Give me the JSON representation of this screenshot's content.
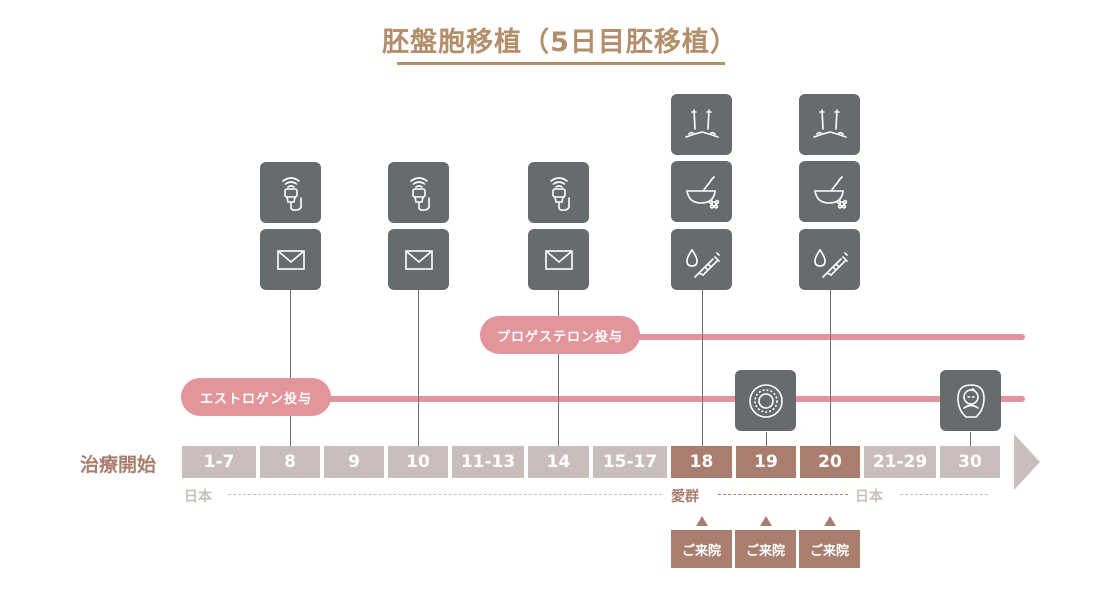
{
  "title": "胚盤胞移植（5日目胚移植）",
  "treatment_start": "治療開始",
  "bars": {
    "progesterone_label": "プロゲステロン投与",
    "estrogen_label": "エストロゲン投与"
  },
  "days": [
    {
      "label": "1-7",
      "phase": "japan"
    },
    {
      "label": "8",
      "phase": "japan"
    },
    {
      "label": "9",
      "phase": "japan"
    },
    {
      "label": "10",
      "phase": "japan"
    },
    {
      "label": "11-13",
      "phase": "japan"
    },
    {
      "label": "14",
      "phase": "japan"
    },
    {
      "label": "15-17",
      "phase": "japan"
    },
    {
      "label": "18",
      "phase": "aigun"
    },
    {
      "label": "19",
      "phase": "aigun"
    },
    {
      "label": "20",
      "phase": "aigun"
    },
    {
      "label": "21-29",
      "phase": "japan"
    },
    {
      "label": "30",
      "phase": "japan"
    }
  ],
  "locations": {
    "japan_1": "日本",
    "aigun": "愛群",
    "japan_2": "日本"
  },
  "visits": [
    "ご来院",
    "ご来院",
    "ご来院"
  ],
  "icons": {
    "day8": [
      "ultrasound-icon",
      "mail-icon"
    ],
    "day10": [
      "ultrasound-icon",
      "mail-icon"
    ],
    "day14": [
      "ultrasound-icon",
      "mail-icon"
    ],
    "day18": [
      "acupuncture-icon",
      "herbal-medicine-icon",
      "blood-injection-icon"
    ],
    "day19": [
      "embryo-icon"
    ],
    "day20": [
      "acupuncture-icon",
      "herbal-medicine-icon",
      "blood-injection-icon"
    ],
    "day30": [
      "baby-icon"
    ]
  },
  "colors": {
    "title": "#b38e6a",
    "bar": "#e3959c",
    "icon_bg": "#666b6e",
    "cell_japan": "#c9bebc",
    "cell_aigun": "#a97e6e"
  }
}
